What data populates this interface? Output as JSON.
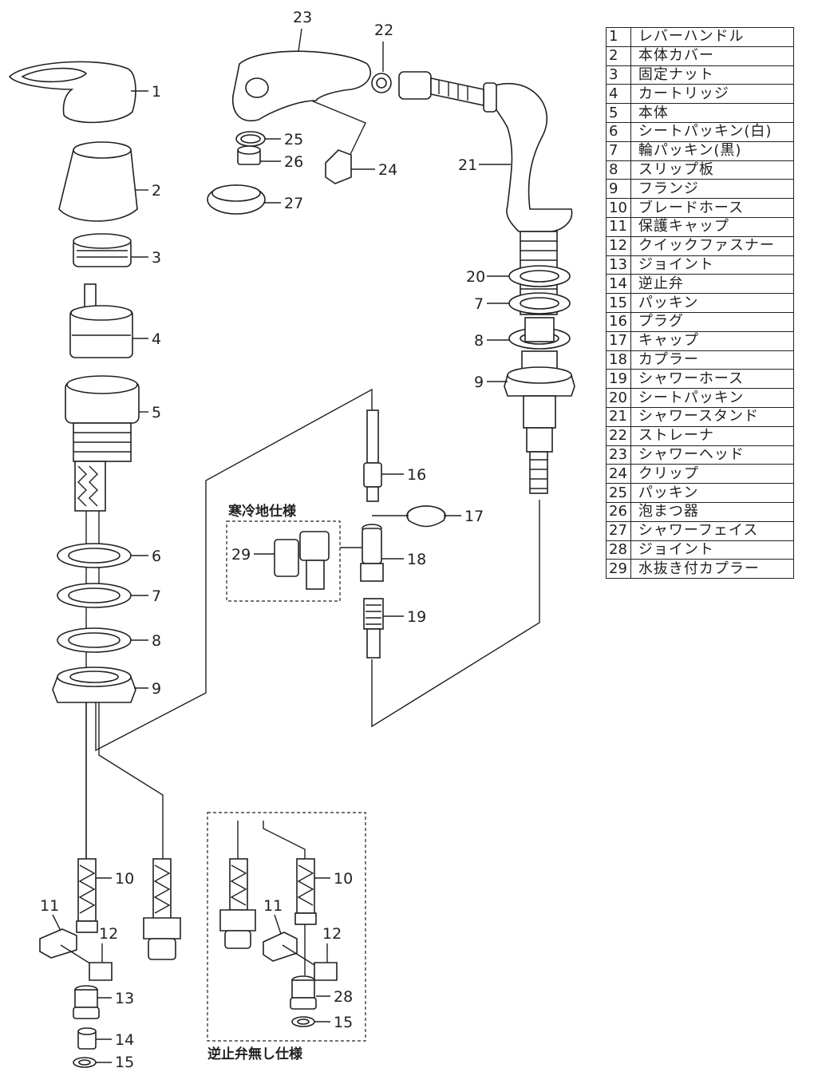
{
  "parts": [
    {
      "no": "1",
      "name": "レバーハンドル"
    },
    {
      "no": "2",
      "name": "本体カバー"
    },
    {
      "no": "3",
      "name": "固定ナット"
    },
    {
      "no": "4",
      "name": "カートリッジ"
    },
    {
      "no": "5",
      "name": "本体"
    },
    {
      "no": "6",
      "name": "シートパッキン(白)"
    },
    {
      "no": "7",
      "name": "輪パッキン(黒)"
    },
    {
      "no": "8",
      "name": "スリップ板"
    },
    {
      "no": "9",
      "name": "フランジ"
    },
    {
      "no": "10",
      "name": "ブレードホース"
    },
    {
      "no": "11",
      "name": "保護キャップ"
    },
    {
      "no": "12",
      "name": "クイックファスナー"
    },
    {
      "no": "13",
      "name": "ジョイント"
    },
    {
      "no": "14",
      "name": "逆止弁"
    },
    {
      "no": "15",
      "name": "パッキン"
    },
    {
      "no": "16",
      "name": "プラグ"
    },
    {
      "no": "17",
      "name": "キャップ"
    },
    {
      "no": "18",
      "name": "カプラー"
    },
    {
      "no": "19",
      "name": "シャワーホース"
    },
    {
      "no": "20",
      "name": "シートパッキン"
    },
    {
      "no": "21",
      "name": "シャワースタンド"
    },
    {
      "no": "22",
      "name": "ストレーナ"
    },
    {
      "no": "23",
      "name": "シャワーヘッド"
    },
    {
      "no": "24",
      "name": "クリップ"
    },
    {
      "no": "25",
      "name": "パッキン"
    },
    {
      "no": "26",
      "name": "泡まつ器"
    },
    {
      "no": "27",
      "name": "シャワーフェイス"
    },
    {
      "no": "28",
      "name": "ジョイント"
    },
    {
      "no": "29",
      "name": "水抜き付カプラー"
    }
  ],
  "captions": {
    "cold_region": "寒冷地仕様",
    "no_check_valve": "逆止弁無し仕様"
  },
  "callouts": {
    "c1": "1",
    "c2": "2",
    "c3": "3",
    "c4": "4",
    "c5": "5",
    "c6": "6",
    "c7": "7",
    "c8": "8",
    "c9": "9",
    "c10a": "10",
    "c10b": "10",
    "c11a": "11",
    "c11b": "11",
    "c12a": "12",
    "c12b": "12",
    "c13": "13",
    "c14": "14",
    "c15a": "15",
    "c15b": "15",
    "c16": "16",
    "c17": "17",
    "c18": "18",
    "c19": "19",
    "c20": "20",
    "c7r": "7",
    "c8r": "8",
    "c9r": "9",
    "c21": "21",
    "c22": "22",
    "c23": "23",
    "c24": "24",
    "c25": "25",
    "c26": "26",
    "c27": "27",
    "c28": "28",
    "c29": "29"
  }
}
